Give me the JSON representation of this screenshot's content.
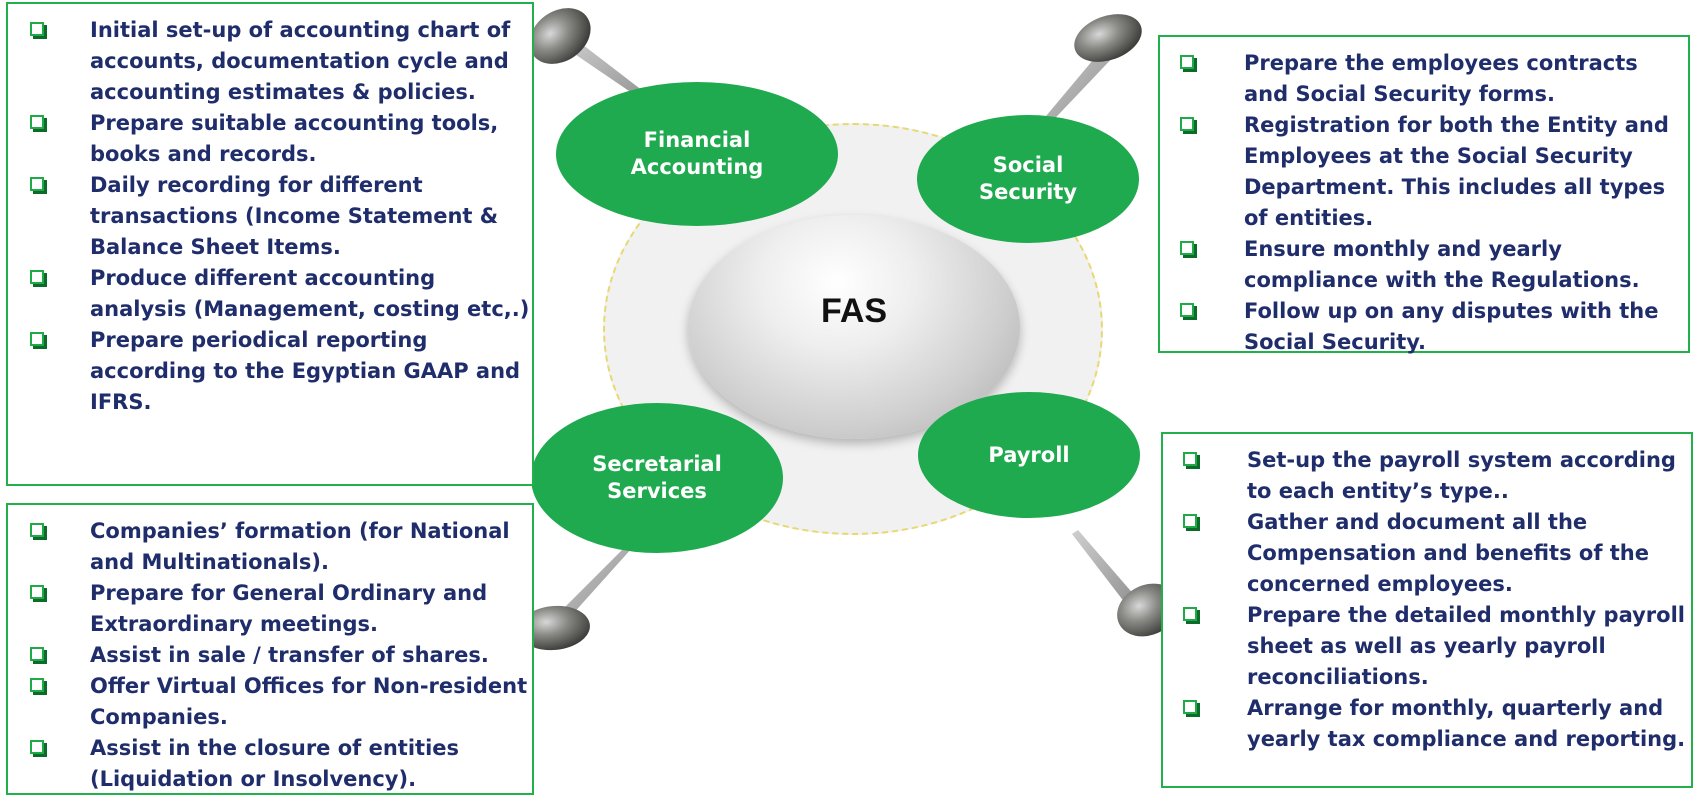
{
  "center": {
    "label": "FAS"
  },
  "nodes": {
    "financial_accounting": "Financial\nAccounting",
    "social_security": "Social\nSecurity",
    "secretarial_services": "Secretarial\nServices",
    "payroll": "Payroll"
  },
  "financial_accounting_items": [
    "Initial set-up of accounting chart of accounts, documentation cycle and accounting estimates & policies.",
    "Prepare suitable accounting tools, books and records.",
    "Daily recording for different transactions (Income Statement & Balance Sheet Items.",
    "Produce different accounting analysis (Management, costing etc,.)",
    "Prepare periodical reporting according to the Egyptian GAAP and IFRS."
  ],
  "social_security_items": [
    "Prepare the employees contracts and Social Security forms.",
    "Registration for both the Entity and Employees at the Social Security Department. This includes all types of entities.",
    "Ensure monthly and yearly compliance with the Regulations.",
    "Follow up on any disputes with the Social Security."
  ],
  "secretarial_items": [
    "Companies’ formation (for National and Multinationals).",
    "Prepare for General Ordinary and Extraordinary meetings.",
    "Assist in sale / transfer of shares.",
    "Offer Virtual Offices for Non-resident Companies.",
    "Assist in the closure of entities (Liquidation or Insolvency)."
  ],
  "payroll_items": [
    "Set-up the payroll system according to each entity’s type..",
    "Gather and document all the Compensation and benefits of the concerned employees.",
    "Prepare the detailed monthly payroll sheet as well as yearly payroll reconciliations.",
    "Arrange for monthly, quarterly and yearly tax compliance and reporting."
  ],
  "colors": {
    "accent_green": "#1faa4f",
    "text_navy": "#1f2d6b",
    "ring_dash": "#e8d870"
  }
}
